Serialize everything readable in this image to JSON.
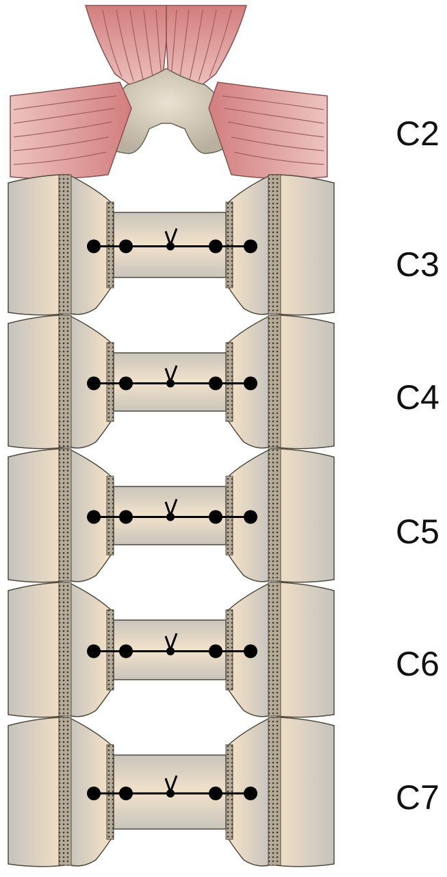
{
  "labels": {
    "c2": "C2",
    "c3": "C3",
    "c4": "C4",
    "c5": "C5",
    "c6": "C6",
    "c7": "C7"
  },
  "colors": {
    "muscle": "#d99a9a",
    "muscle_line": "#b06464",
    "bone_light": "#f6e3c8",
    "bone_dark": "#c9c1b6",
    "outline": "#555544",
    "fixation": "#000000"
  },
  "levels": [
    "C3",
    "C4",
    "C5",
    "C6",
    "C7"
  ]
}
